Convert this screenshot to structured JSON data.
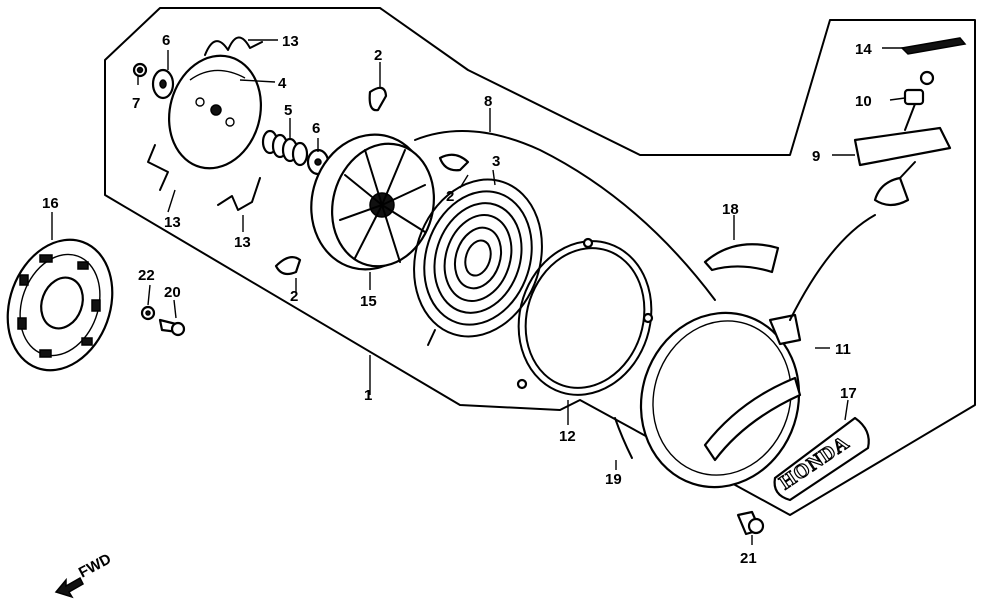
{
  "callouts": {
    "c1": "1",
    "c2a": "2",
    "c2b": "2",
    "c2c": "2",
    "c3": "3",
    "c4": "4",
    "c5": "5",
    "c6a": "6",
    "c6b": "6",
    "c7": "7",
    "c8": "8",
    "c9": "9",
    "c10": "10",
    "c11": "11",
    "c12": "12",
    "c13a": "13",
    "c13b": "13",
    "c13c": "13",
    "c14": "14",
    "c15": "15",
    "c16": "16",
    "c17": "17",
    "c18": "18",
    "c19": "19",
    "c20": "20",
    "c21": "21",
    "c22": "22"
  },
  "emblem_text": "HONDA",
  "direction_label": "FWD",
  "colors": {
    "ink": "#000000",
    "paper": "#ffffff"
  }
}
